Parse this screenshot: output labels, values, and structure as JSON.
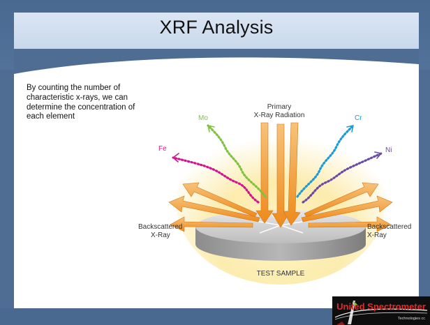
{
  "slide": {
    "title": "XRF Analysis",
    "body_text": "By counting the number of characteristic x-rays, we can determine the concentration of each element"
  },
  "figure": {
    "primary_line1": "Primary",
    "primary_line2": "X-Ray Radiation",
    "backscatter_left_line1": "Backscattered",
    "backscatter_left_line2": "X-Ray",
    "backscatter_right_line1": "Backscattered",
    "backscatter_right_line2": "X-Ray",
    "sample_label": "TEST SAMPLE",
    "elements": [
      {
        "symbol": "Fe",
        "color": "#d0178b"
      },
      {
        "symbol": "Mo",
        "color": "#7fc242"
      },
      {
        "symbol": "Cr",
        "color": "#1e9ad6"
      },
      {
        "symbol": "Ni",
        "color": "#6a4ba3"
      }
    ],
    "arrow_color": "#f29a2e"
  },
  "logo": {
    "name": "United Spectrometer",
    "tagline": "Technologies cc"
  },
  "colors": {
    "frame": "#4f6d92",
    "title_bar": "#d3e0f0",
    "logo_red": "#e8272a"
  }
}
